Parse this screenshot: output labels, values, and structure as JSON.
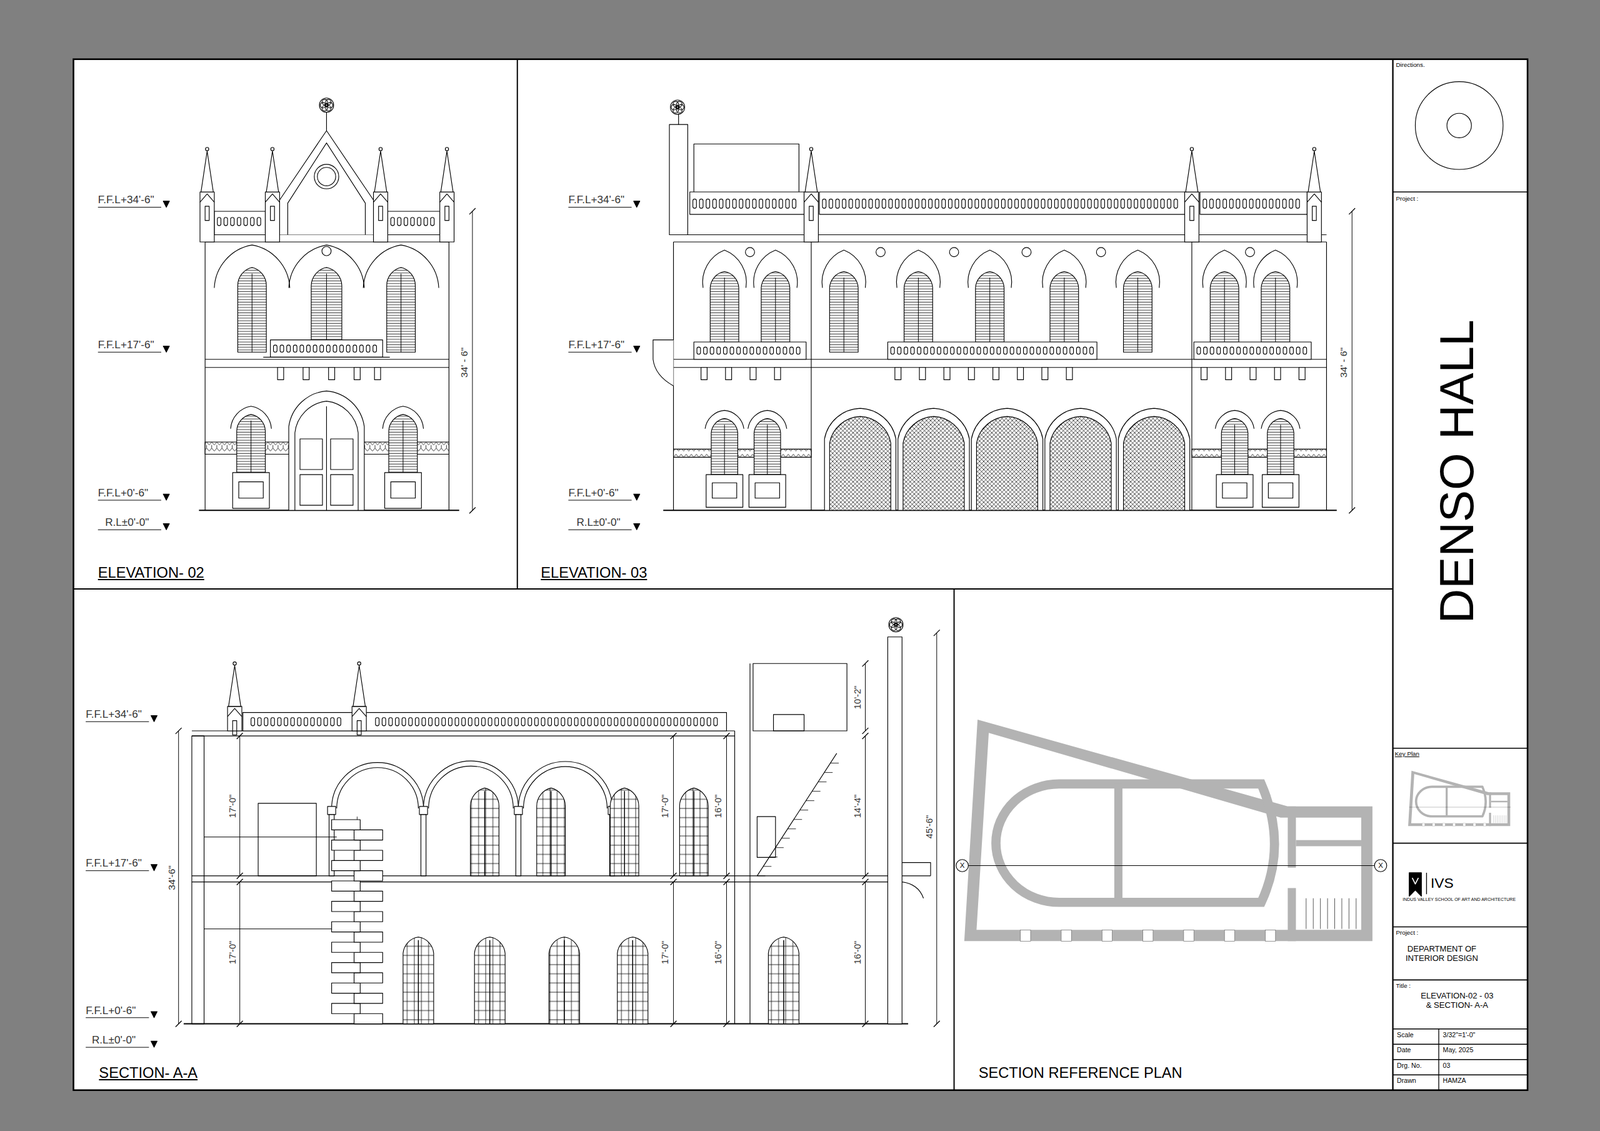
{
  "diagram": {
    "nodes": [
      {
        "text": [
          "ELEVATION- 02"
        ]
      },
      {
        "text": [
          "ELEVATION- 03"
        ]
      },
      {
        "text": [
          "SECTION- A-A"
        ]
      },
      {
        "text": [
          "SECTION REFERENCE PLAN"
        ]
      },
      {
        "text": [
          "Directions."
        ]
      },
      {
        "text": [
          "Project :",
          "DENSO HALL"
        ]
      },
      {
        "text": [
          "Key Plan"
        ]
      },
      {
        "text": [
          "IVS",
          "INDUS VALLEY SCHOOL OF ART AND ARCHITECTURE"
        ]
      },
      {
        "text": [
          "Project :",
          "DEPARTMENT OF INTERIOR DESIGN"
        ]
      },
      {
        "text": [
          "Title :",
          "ELEVATION-02 - 03 & SECTION- A-A"
        ]
      }
    ],
    "labels": [
      "F.F.L+34'-6\"",
      "F.F.L+17'-6\"",
      "F.F.L+0'-6\"",
      "R.L±0'-0\"",
      "34' - 6\"",
      "F.F.L+34'-6\"",
      "F.F.L+17'-6\"",
      "F.F.L+0'-6\"",
      "R.L±0'-0\"",
      "34' - 6\"",
      "F.F.L+34'-6\"",
      "F.F.L+17'-6\"",
      "34'-6\"",
      "F.F.L+0'-6\"",
      "R.L±0'-0\"",
      "17'-0\"",
      "17'-0\"",
      "17'-0\"",
      "16'-0\"",
      "17'-0\"",
      "16'-0\"",
      "10'-2\"",
      "14'-4\"",
      "16'-0\"",
      "45'-6\"",
      "X",
      "X",
      "Scale",
      "3/32\"=1'-0\"",
      "Date",
      "May, 2025",
      "Drg. No.",
      "03",
      "Drawn",
      "HAMZA"
    ]
  }
}
